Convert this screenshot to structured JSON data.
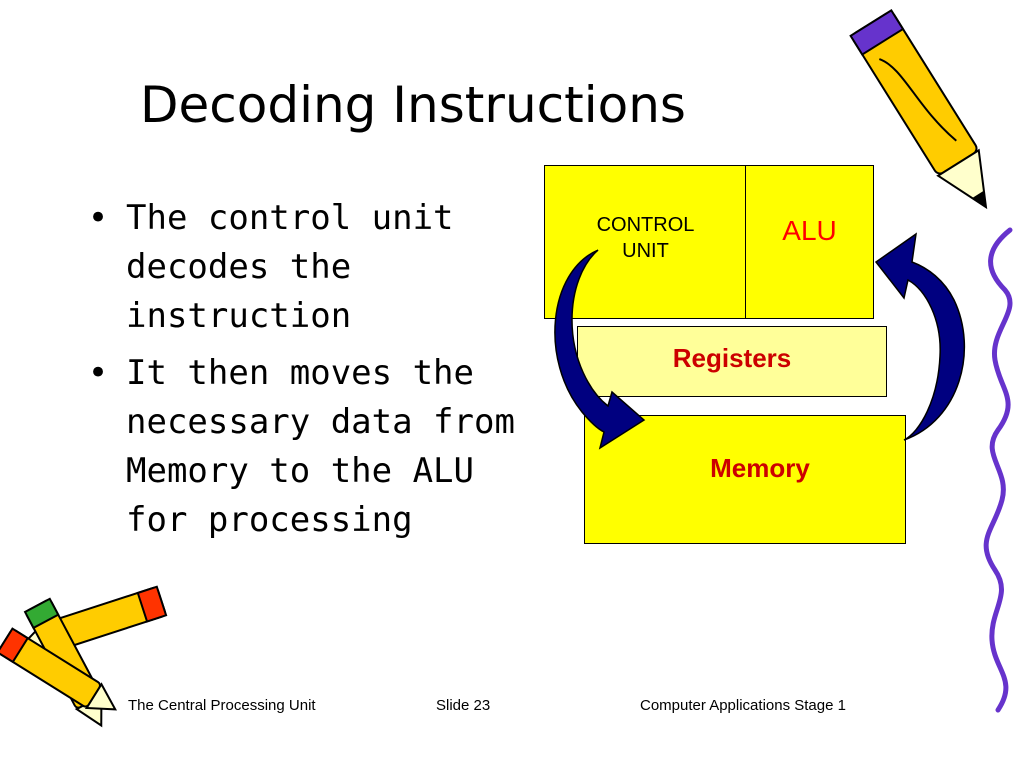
{
  "slide": {
    "title": "Decoding Instructions",
    "bullets": [
      "The control unit decodes the instruction",
      "It then moves the necessary data from Memory to the ALU for processing"
    ]
  },
  "diagram": {
    "control_unit_line1": "CONTROL",
    "control_unit_line2": "UNIT",
    "alu": "ALU",
    "registers": "Registers",
    "memory": "Memory"
  },
  "footer": {
    "left": "The Central Processing Unit",
    "center": "Slide 23",
    "right": "Computer Applications Stage 1"
  },
  "colors": {
    "box_yellow": "#ffff00",
    "registers_fill": "#ffff99",
    "label_red": "#cc0000",
    "arrow_blue": "#000080",
    "decoration_purple": "#6633cc"
  },
  "icons": [
    "pencil-icon",
    "pencils-icon",
    "curly-arrow-icon"
  ]
}
